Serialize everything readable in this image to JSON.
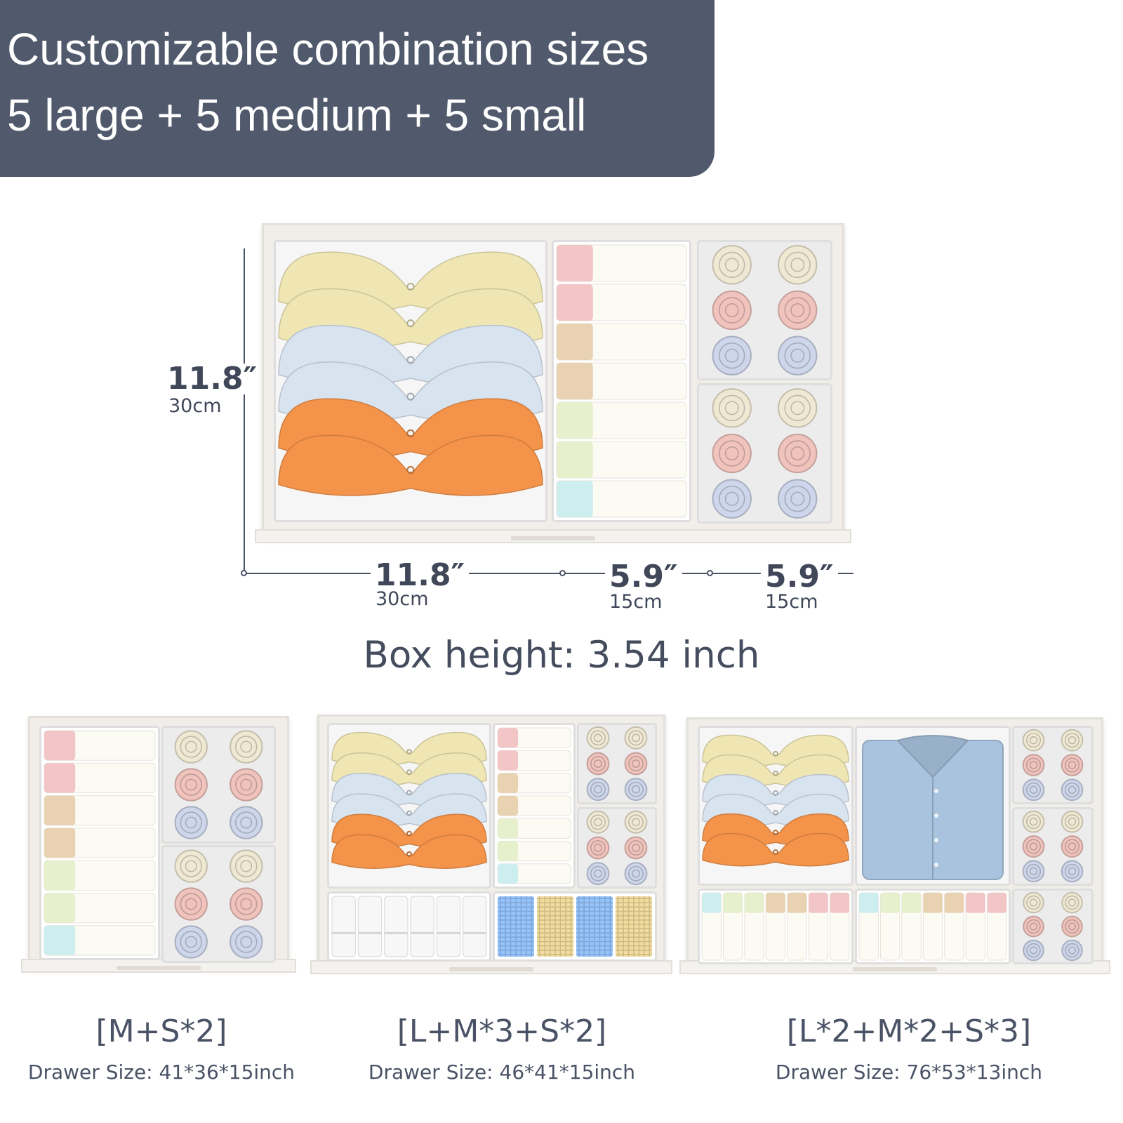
{
  "banner": {
    "line1": "Customizable combination sizes",
    "line2": "5 large + 5 medium + 5 small"
  },
  "dimensions": {
    "height": {
      "value": "11.8″",
      "metric": "30cm"
    },
    "width_large": {
      "value": "11.8″",
      "metric": "30cm"
    },
    "width_medium": {
      "value": "5.9″",
      "metric": "15cm"
    },
    "width_small": {
      "value": "5.9″",
      "metric": "15cm"
    }
  },
  "box_height": "Box height: 3.54 inch",
  "combinations": [
    {
      "title": "[M+S*2]",
      "drawer_size": "Drawer Size: 41*36*15inch"
    },
    {
      "title": "[L+M*3+S*2]",
      "drawer_size": "Drawer Size: 46*41*15inch"
    },
    {
      "title": "[L*2+M*2+S*3]",
      "drawer_size": "Drawer Size: 76*53*13inch"
    }
  ],
  "colors": {
    "banner": "#505a6c",
    "text": "#4a5366",
    "bra_yellow": "#efe6b4",
    "bra_blue": "#d8e3f0",
    "bra_orange": "#f4934a",
    "pink": "#f2c6c6",
    "tan": "#e9d2b2",
    "green": "#e7f0cc",
    "aqua": "#cdeeee",
    "roll_cream": "#efe8d2",
    "roll_pink": "#f0c3bd",
    "roll_blue": "#cdd6ea",
    "shirt": "#a9c3df",
    "check_blue": "#7fa6d6",
    "check_tan": "#cdbb86"
  }
}
